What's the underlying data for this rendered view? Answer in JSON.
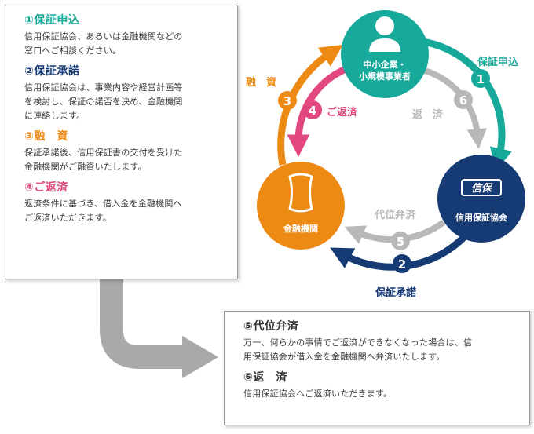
{
  "sections_left": [
    {
      "title": "①保証申込",
      "color": "#17a99a",
      "lines": [
        "信用保証協会、あるいは金融機関などの",
        "窓口へご相談ください。"
      ]
    },
    {
      "title": "②保証承諾",
      "color": "#163a74",
      "lines": [
        "信用保証協会は、事業内容や経営計画等",
        "を検討し、保証の諾否を決め、金融機関",
        "に連絡します。"
      ]
    },
    {
      "title": "③融　資",
      "color": "#ec8a14",
      "lines": [
        "保証承諾後、信用保証書の交付を受けた",
        "金融機関がご融資いたします。"
      ]
    },
    {
      "title": "④ご返済",
      "color": "#e2487f",
      "lines": [
        "返済条件に基づき、借入金を金融機関へ",
        "ご返済いただきます。"
      ]
    }
  ],
  "sections_bottom": [
    {
      "title": "⑤代位弁済",
      "lines": [
        "万一、何らかの事情でご返済ができなくなった場合は、信",
        "用保証協会が借入金を金融機関へ弁済いたします。"
      ]
    },
    {
      "title": "⑥返　済",
      "lines": [
        "信用保証協会へご返済いただきます。"
      ]
    }
  ],
  "nodes": {
    "sme": {
      "line1": "中小企業・",
      "line2": "小規模事業者",
      "color": "#17a99a"
    },
    "guarantee": {
      "label": "信用保証協会",
      "logo": "信保",
      "color": "#163a74"
    },
    "bank": {
      "label": "金融機関",
      "color": "#ec8a14"
    }
  },
  "arrows": {
    "apply": {
      "number": "1",
      "label": "保証申込",
      "color": "#17a99a"
    },
    "approve": {
      "number": "2",
      "label": "保証承諾",
      "color": "#163a74"
    },
    "loan": {
      "number": "3",
      "label": "融　資",
      "color": "#ec8a14"
    },
    "repay": {
      "number": "4",
      "label": "ご返済",
      "color": "#e2487f"
    },
    "subrogation": {
      "number": "5",
      "label": "代位弁済",
      "color": "#b8b8b8"
    },
    "repayment": {
      "number": "6",
      "label": "返　済",
      "color": "#b8b8b8"
    }
  }
}
